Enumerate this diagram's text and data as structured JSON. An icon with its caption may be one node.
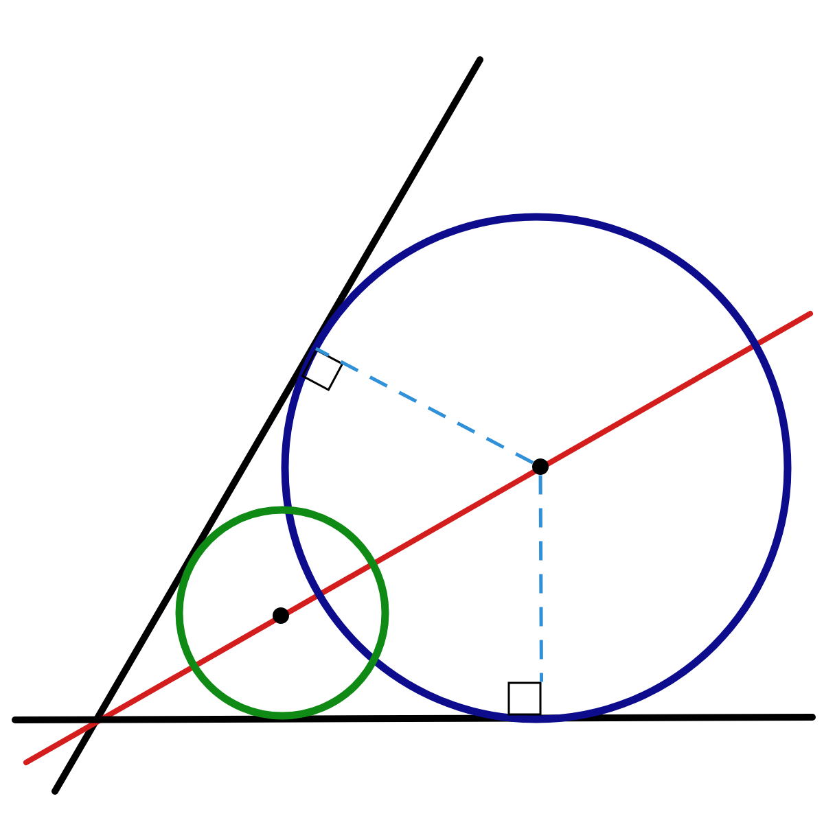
{
  "diagram": {
    "nodes": [
      {
        "text": [],
        "shape": "circle"
      },
      {
        "text": [],
        "shape": "circle"
      },
      {
        "text": [],
        "shape": "dot",
        "in": 0
      },
      {
        "text": [],
        "shape": "dot",
        "in": 1
      },
      {
        "text": [],
        "shape": "box",
        "in": 0
      },
      {
        "text": [],
        "shape": "box",
        "in": 0
      }
    ],
    "edges": [
      {
        "from": 2,
        "to": 4,
        "arrow": "none",
        "style": "dashed"
      },
      {
        "from": 2,
        "to": 5,
        "arrow": "none",
        "style": "dashed"
      }
    ]
  }
}
